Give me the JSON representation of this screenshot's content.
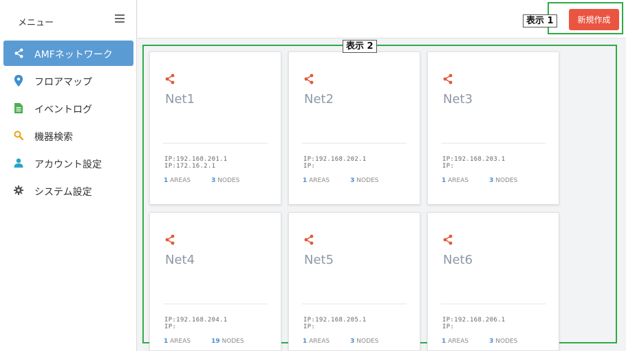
{
  "sidebar": {
    "title": "メニュー",
    "items": [
      {
        "label": "AMFネットワーク",
        "icon": "share-icon",
        "color": "#ffffff",
        "active": true
      },
      {
        "label": "フロアマップ",
        "icon": "map-pin-icon",
        "color": "#3d8fd0",
        "active": false
      },
      {
        "label": "イベントログ",
        "icon": "document-icon",
        "color": "#4caf50",
        "active": false
      },
      {
        "label": "機器検索",
        "icon": "search-icon",
        "color": "#e8a317",
        "active": false
      },
      {
        "label": "アカウント設定",
        "icon": "user-icon",
        "color": "#26a6c4",
        "active": false
      },
      {
        "label": "システム設定",
        "icon": "gear-icon",
        "color": "#555555",
        "active": false
      }
    ]
  },
  "callouts": {
    "label_1": "表示 1",
    "label_2": "表示 2"
  },
  "toolbar": {
    "create_label": "新規作成"
  },
  "networks": [
    {
      "name": "Net1",
      "ip1": "IP:192.168.201.1",
      "ip2": "IP:172.16.2.1",
      "areas": "1",
      "areas_label": "AREAS",
      "nodes": "3",
      "nodes_label": "NODES"
    },
    {
      "name": "Net2",
      "ip1": "IP:192.168.202.1",
      "ip2": "IP:",
      "areas": "1",
      "areas_label": "AREAS",
      "nodes": "3",
      "nodes_label": "NODES"
    },
    {
      "name": "Net3",
      "ip1": "IP:192.168.203.1",
      "ip2": "IP:",
      "areas": "1",
      "areas_label": "AREAS",
      "nodes": "3",
      "nodes_label": "NODES"
    },
    {
      "name": "Net4",
      "ip1": "IP:192.168.204.1",
      "ip2": "IP:",
      "areas": "1",
      "areas_label": "AREAS",
      "nodes": "19",
      "nodes_label": "NODES"
    },
    {
      "name": "Net5",
      "ip1": "IP:192.168.205.1",
      "ip2": "IP:",
      "areas": "1",
      "areas_label": "AREAS",
      "nodes": "3",
      "nodes_label": "NODES"
    },
    {
      "name": "Net6",
      "ip1": "IP:192.168.206.1",
      "ip2": "IP:",
      "areas": "1",
      "areas_label": "AREAS",
      "nodes": "3",
      "nodes_label": "NODES"
    }
  ],
  "colors": {
    "accent": "#5a9bd4",
    "create_button": "#ea5542",
    "highlight": "#2eaa45",
    "card_icon": "#e05a3a"
  }
}
